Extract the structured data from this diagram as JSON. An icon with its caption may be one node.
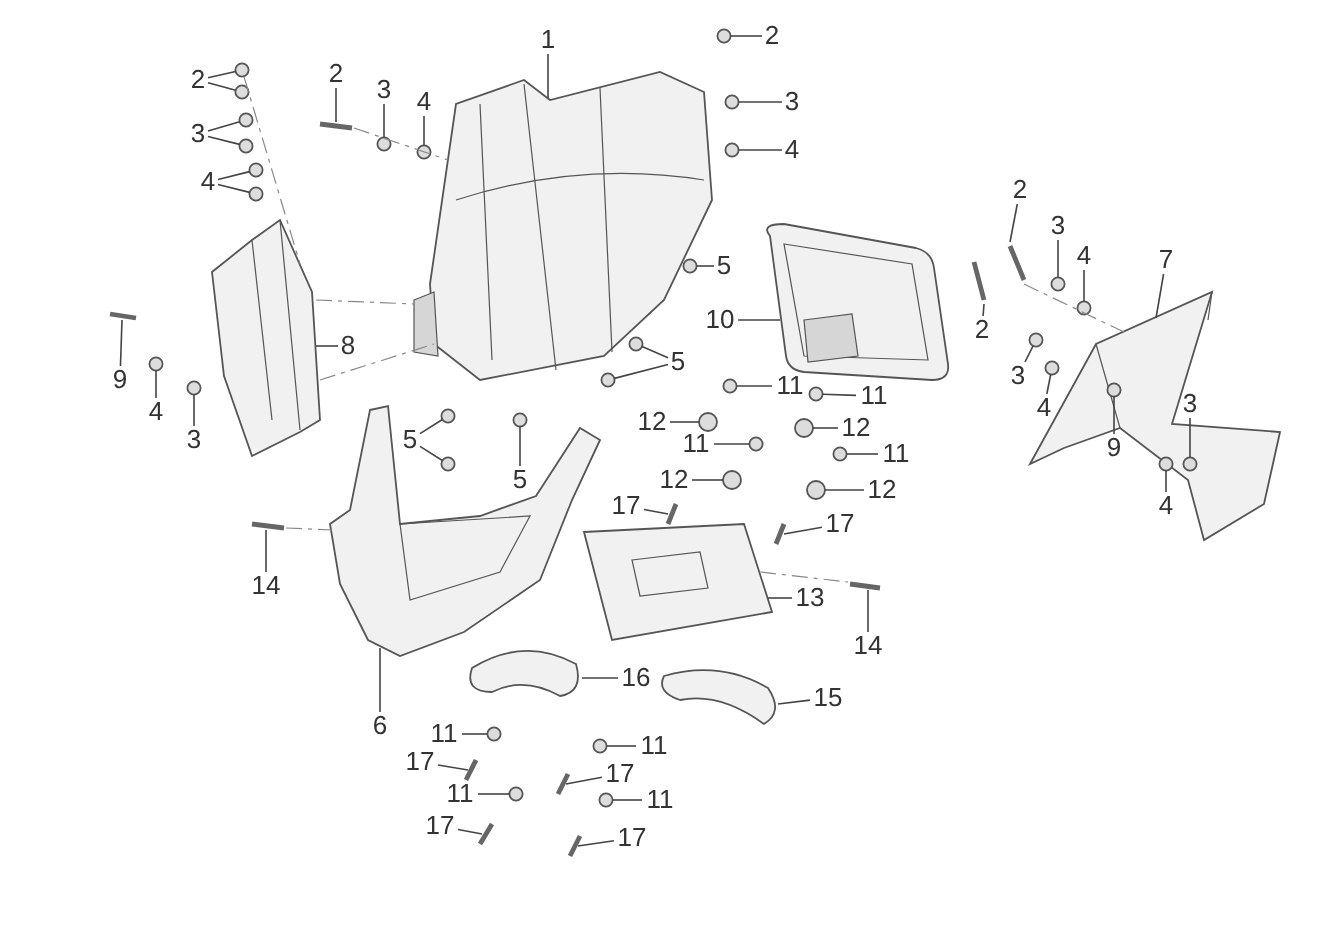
{
  "diagram": {
    "nodes": [
      {
        "text": [
          "1"
        ]
      },
      {
        "text": [
          "2"
        ]
      },
      {
        "text": [
          "3"
        ]
      },
      {
        "text": [
          "4"
        ]
      },
      {
        "text": [
          "2"
        ]
      },
      {
        "text": [
          "3"
        ]
      },
      {
        "text": [
          "4"
        ]
      },
      {
        "text": [
          "2"
        ]
      },
      {
        "text": [
          "3"
        ]
      },
      {
        "text": [
          "4"
        ]
      },
      {
        "text": [
          "2"
        ]
      },
      {
        "text": [
          "3"
        ]
      },
      {
        "text": [
          "4"
        ]
      },
      {
        "text": [
          "7"
        ]
      },
      {
        "text": [
          "5"
        ]
      },
      {
        "text": [
          "8"
        ]
      },
      {
        "text": [
          "10"
        ]
      },
      {
        "text": [
          "2"
        ]
      },
      {
        "text": [
          "5"
        ]
      },
      {
        "text": [
          "9"
        ]
      },
      {
        "text": [
          "11"
        ]
      },
      {
        "text": [
          "11"
        ]
      },
      {
        "text": [
          "3"
        ]
      },
      {
        "text": [
          "4"
        ]
      },
      {
        "text": [
          "4"
        ]
      },
      {
        "text": [
          "3"
        ]
      },
      {
        "text": [
          "12"
        ]
      },
      {
        "text": [
          "12"
        ]
      },
      {
        "text": [
          "5"
        ]
      },
      {
        "text": [
          "11"
        ]
      },
      {
        "text": [
          "11"
        ]
      },
      {
        "text": [
          "9"
        ]
      },
      {
        "text": [
          "3"
        ]
      },
      {
        "text": [
          "5"
        ]
      },
      {
        "text": [
          "12"
        ]
      },
      {
        "text": [
          "12"
        ]
      },
      {
        "text": [
          "4"
        ]
      },
      {
        "text": [
          "17"
        ]
      },
      {
        "text": [
          "17"
        ]
      },
      {
        "text": [
          "14"
        ]
      },
      {
        "text": [
          "13"
        ]
      },
      {
        "text": [
          "14"
        ]
      },
      {
        "text": [
          "16"
        ]
      },
      {
        "text": [
          "15"
        ]
      },
      {
        "text": [
          "6"
        ]
      },
      {
        "text": [
          "11"
        ]
      },
      {
        "text": [
          "11"
        ]
      },
      {
        "text": [
          "17"
        ]
      },
      {
        "text": [
          "17"
        ]
      },
      {
        "text": [
          "11"
        ]
      },
      {
        "text": [
          "11"
        ]
      },
      {
        "text": [
          "17"
        ]
      },
      {
        "text": [
          "17"
        ]
      },
      {
        "text": [],
        "shape": "picture"
      },
      {
        "text": [],
        "shape": "circle"
      },
      {
        "text": [],
        "shape": "circle"
      },
      {
        "text": [],
        "shape": "circle"
      },
      {
        "text": [],
        "shape": "circle"
      },
      {
        "text": [],
        "shape": "circle"
      },
      {
        "text": [],
        "shape": "circle"
      },
      {
        "text": [],
        "shape": "picture"
      },
      {
        "text": [],
        "shape": "circle"
      },
      {
        "text": [],
        "shape": "circle"
      },
      {
        "text": [],
        "shape": "circle"
      },
      {
        "text": [],
        "shape": "circle"
      },
      {
        "text": [],
        "shape": "circle"
      },
      {
        "text": [],
        "shape": "picture"
      },
      {
        "text": [],
        "shape": "circle"
      },
      {
        "text": [],
        "shape": "circle"
      },
      {
        "text": [],
        "shape": "picture"
      },
      {
        "text": [],
        "shape": "circle"
      },
      {
        "text": [],
        "shape": "picture"
      },
      {
        "text": [],
        "shape": "picture"
      },
      {
        "text": [],
        "shape": "picture"
      },
      {
        "text": [],
        "shape": "circle"
      },
      {
        "text": [],
        "shape": "circle"
      },
      {
        "text": [],
        "shape": "picture"
      },
      {
        "text": [],
        "shape": "circle"
      },
      {
        "text": [],
        "shape": "circle"
      },
      {
        "text": [],
        "shape": "circle"
      },
      {
        "text": [],
        "shape": "circle"
      },
      {
        "text": [],
        "shape": "circle"
      },
      {
        "text": [],
        "shape": "circle"
      },
      {
        "text": [],
        "shape": "circle"
      },
      {
        "text": [],
        "shape": "circle"
      },
      {
        "text": [],
        "shape": "circle"
      },
      {
        "text": [],
        "shape": "circle"
      },
      {
        "text": [],
        "shape": "circle"
      },
      {
        "text": [],
        "shape": "circle"
      },
      {
        "text": [],
        "shape": "circle",
        "in": 69
      },
      {
        "text": [],
        "shape": "circle",
        "in": 69
      },
      {
        "text": [],
        "shape": "circle"
      },
      {
        "text": [],
        "shape": "circle"
      },
      {
        "text": [],
        "shape": "circle"
      },
      {
        "text": [],
        "shape": "circle"
      },
      {
        "text": [],
        "shape": "picture"
      },
      {
        "text": [],
        "shape": "picture"
      },
      {
        "text": [],
        "shape": "picture"
      },
      {
        "text": [],
        "shape": "picture"
      },
      {
        "text": [],
        "shape": "picture"
      },
      {
        "text": [],
        "shape": "picture"
      },
      {
        "text": [],
        "shape": "picture"
      },
      {
        "text": [],
        "shape": "picture"
      },
      {
        "text": [],
        "shape": "circle"
      },
      {
        "text": [],
        "shape": "circle"
      },
      {
        "text": [],
        "shape": "picture"
      },
      {
        "text": [],
        "shape": "picture"
      },
      {
        "text": [],
        "shape": "circle"
      },
      {
        "text": [],
        "shape": "circle"
      },
      {
        "text": [],
        "shape": "picture"
      },
      {
        "text": [],
        "shape": "picture"
      }
    ],
    "edges": [
      {
        "from": 0,
        "to": 53,
        "arrow": "none"
      },
      {
        "from": 1,
        "to": 54,
        "arrow": "none"
      },
      {
        "from": 1,
        "to": 55,
        "arrow": "none"
      },
      {
        "from": 2,
        "to": 56,
        "arrow": "none"
      },
      {
        "from": 2,
        "to": 57,
        "arrow": "none"
      },
      {
        "from": 3,
        "to": 58,
        "arrow": "none"
      },
      {
        "from": 3,
        "to": 59,
        "arrow": "none"
      },
      {
        "from": 4,
        "to": 60,
        "arrow": "none"
      },
      {
        "from": 5,
        "to": 61,
        "arrow": "none"
      },
      {
        "from": 6,
        "to": 62,
        "arrow": "none"
      },
      {
        "from": 7,
        "to": 63,
        "arrow": "none"
      },
      {
        "from": 8,
        "to": 64,
        "arrow": "none"
      },
      {
        "from": 9,
        "to": 65,
        "arrow": "none"
      },
      {
        "from": 10,
        "to": 66,
        "arrow": "none"
      },
      {
        "from": 11,
        "to": 67,
        "arrow": "none"
      },
      {
        "from": 12,
        "to": 68,
        "arrow": "none"
      },
      {
        "from": 13,
        "to": 69,
        "arrow": "none"
      },
      {
        "from": 14,
        "to": 70,
        "arrow": "none"
      },
      {
        "from": 15,
        "to": 71,
        "arrow": "none"
      },
      {
        "from": 16,
        "to": 72,
        "arrow": "none"
      },
      {
        "from": 17,
        "to": 73,
        "arrow": "none"
      },
      {
        "from": 18,
        "to": 74,
        "arrow": "none"
      },
      {
        "from": 18,
        "to": 75,
        "arrow": "none"
      },
      {
        "from": 19,
        "to": 76,
        "arrow": "none"
      },
      {
        "from": 20,
        "to": 77,
        "arrow": "none"
      },
      {
        "from": 21,
        "to": 78,
        "arrow": "none"
      },
      {
        "from": 22,
        "to": 79,
        "arrow": "none"
      },
      {
        "from": 23,
        "to": 80,
        "arrow": "none"
      },
      {
        "from": 24,
        "to": 81,
        "arrow": "none"
      },
      {
        "from": 25,
        "to": 82,
        "arrow": "none"
      },
      {
        "from": 26,
        "to": 83,
        "arrow": "none"
      },
      {
        "from": 27,
        "to": 84,
        "arrow": "none"
      },
      {
        "from": 28,
        "to": 85,
        "arrow": "none"
      },
      {
        "from": 28,
        "to": 86,
        "arrow": "none"
      },
      {
        "from": 29,
        "to": 87,
        "arrow": "none"
      },
      {
        "from": 30,
        "to": 88,
        "arrow": "none"
      },
      {
        "from": 31,
        "to": 89,
        "arrow": "none"
      },
      {
        "from": 32,
        "to": 90,
        "arrow": "none"
      },
      {
        "from": 33,
        "to": 91,
        "arrow": "none"
      },
      {
        "from": 34,
        "to": 92,
        "arrow": "none"
      },
      {
        "from": 35,
        "to": 93,
        "arrow": "none"
      },
      {
        "from": 36,
        "to": 94,
        "arrow": "none"
      },
      {
        "from": 37,
        "to": 95,
        "arrow": "none"
      },
      {
        "from": 38,
        "to": 96,
        "arrow": "none"
      },
      {
        "from": 39,
        "to": 97,
        "arrow": "none"
      },
      {
        "from": 40,
        "to": 98,
        "arrow": "none"
      },
      {
        "from": 41,
        "to": 99,
        "arrow": "none"
      },
      {
        "from": 42,
        "to": 100,
        "arrow": "none"
      },
      {
        "from": 43,
        "to": 101,
        "arrow": "none"
      },
      {
        "from": 44,
        "to": 102,
        "arrow": "none"
      },
      {
        "from": 45,
        "to": 103,
        "arrow": "none"
      },
      {
        "from": 46,
        "to": 104,
        "arrow": "none"
      },
      {
        "from": 47,
        "to": 105,
        "arrow": "none"
      },
      {
        "from": 48,
        "to": 106,
        "arrow": "none"
      },
      {
        "from": 49,
        "to": 107,
        "arrow": "none"
      },
      {
        "from": 50,
        "to": 108,
        "arrow": "none"
      },
      {
        "from": 51,
        "to": 109,
        "arrow": "none"
      },
      {
        "from": 52,
        "to": 110,
        "arrow": "none"
      },
      {
        "from": 54,
        "to": 71,
        "arrow": "none",
        "style": "dashed"
      },
      {
        "from": 60,
        "to": 53,
        "arrow": "none",
        "style": "dashed"
      },
      {
        "from": 71,
        "to": 53,
        "arrow": "none",
        "style": "dashed"
      },
      {
        "from": 71,
        "to": 53,
        "arrow": "none",
        "style": "dashed"
      },
      {
        "from": 66,
        "to": 69,
        "arrow": "none",
        "style": "dashed"
      },
      {
        "from": 97,
        "to": 102,
        "arrow": "none",
        "style": "dashed"
      },
      {
        "from": 98,
        "to": 99,
        "arrow": "none",
        "style": "dashed"
      }
    ]
  }
}
